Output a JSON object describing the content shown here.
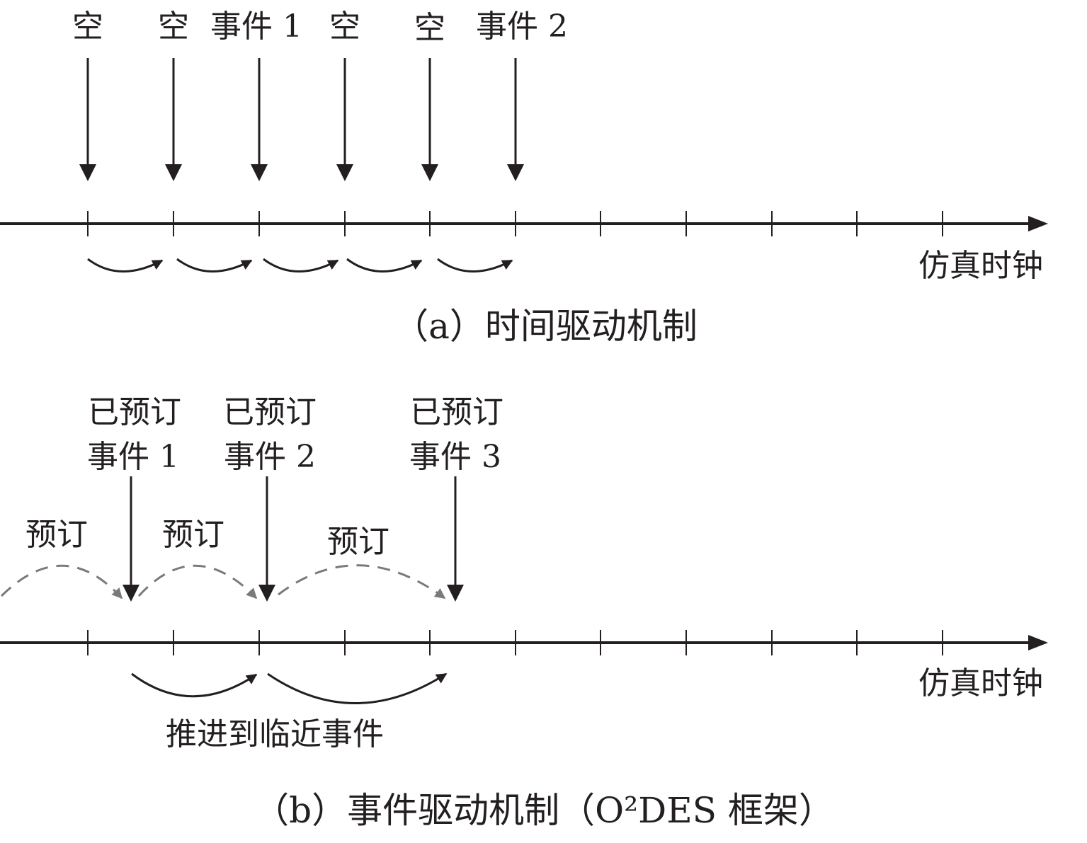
{
  "panel_a": {
    "event_labels": [
      "空",
      "空",
      "事件 1",
      "空",
      "空",
      "事件 2"
    ],
    "axis_label": "仿真时钟",
    "caption": "（a）时间驱动机制"
  },
  "panel_b": {
    "scheduled_events": [
      {
        "line1": "已预订",
        "line2": "事件 1"
      },
      {
        "line1": "已预订",
        "line2": "事件 2"
      },
      {
        "line1": "已预订",
        "line2": "事件 3"
      }
    ],
    "schedule_labels": [
      "预订",
      "预订",
      "预订"
    ],
    "axis_label": "仿真时钟",
    "advance_label": "推进到临近事件",
    "caption": "（b）事件驱动机制（O²DES 框架）"
  },
  "colors": {
    "ink": "#231f20",
    "dashed": "#7a7a7a"
  }
}
